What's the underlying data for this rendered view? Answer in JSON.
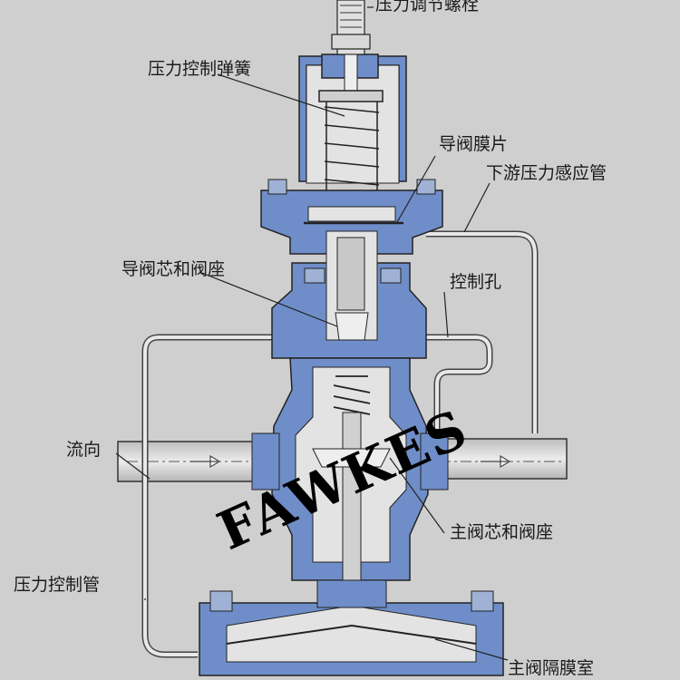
{
  "labels": {
    "adjust_screw": "压力调节螺栓",
    "control_spring": "压力控制弹簧",
    "pilot_diaphragm": "导阀膜片",
    "downstream_tube": "下游压力感应管",
    "pilot_core_seat": "导阀芯和阀座",
    "control_orifice": "控制孔",
    "flow_direction": "流向",
    "main_core_seat": "主阀芯和阀座",
    "control_tube": "压力控制管",
    "main_diaphragm_chamber": "主阀隔膜室"
  },
  "watermark": "FAWKES",
  "colors": {
    "body": "#6f8ec9",
    "body_dark": "#3f5f9e",
    "interior": "#e3e3e3",
    "pipe": "#d9d9d9",
    "line": "#222222",
    "background": "#cfcfcf"
  }
}
